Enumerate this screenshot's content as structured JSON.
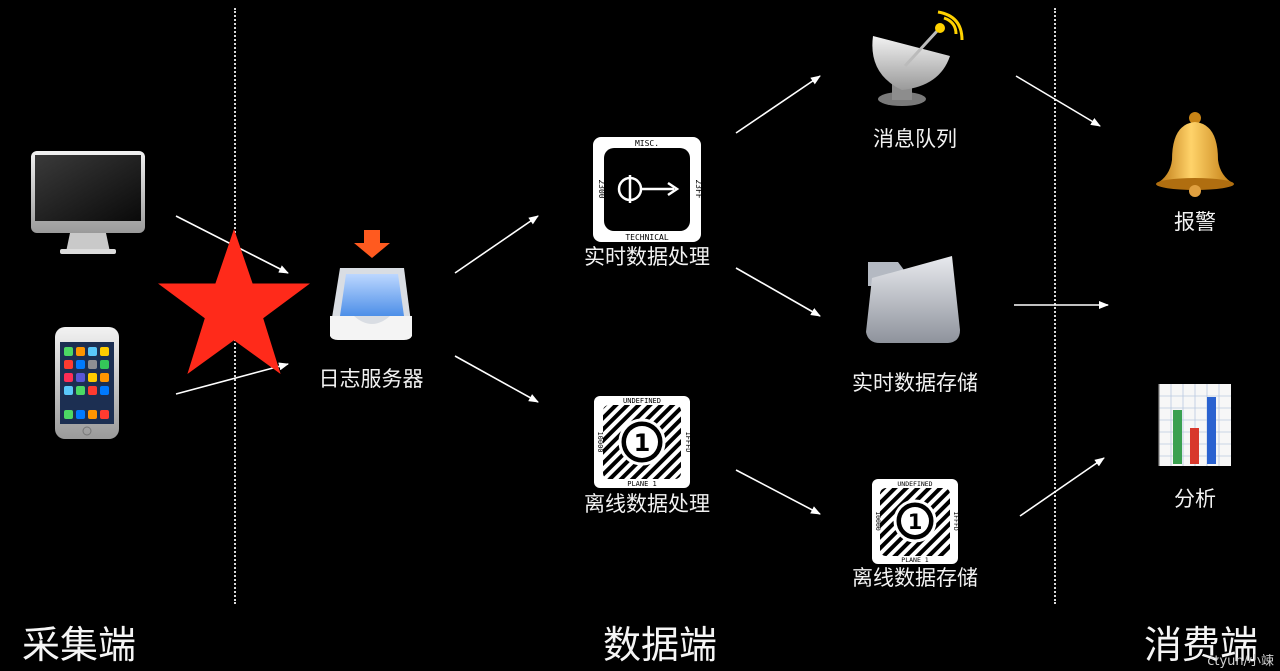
{
  "sections": {
    "collect": "采集端",
    "data": "数据端",
    "consume": "消费端"
  },
  "nodes": {
    "log_server": "日志服务器",
    "realtime_processing": "实时数据处理",
    "offline_processing": "离线数据处理",
    "message_queue": "消息队列",
    "realtime_storage": "实时数据存储",
    "offline_storage": "离线数据存储",
    "alarm": "报警",
    "analysis": "分析"
  },
  "tiles": {
    "misc": {
      "top": "MISC.",
      "bottom": "TECHNICAL",
      "left": "2300",
      "right": "23FF"
    },
    "plane": {
      "top": "UNDEFINED",
      "bottom": "PLANE 1",
      "left": "10000",
      "right": "1FFFD",
      "center": "1"
    }
  },
  "watermark": "ctyun/小竦",
  "colors": {
    "background": "#000000",
    "star": "#ff2a1a",
    "arrow": "#ffffff"
  }
}
